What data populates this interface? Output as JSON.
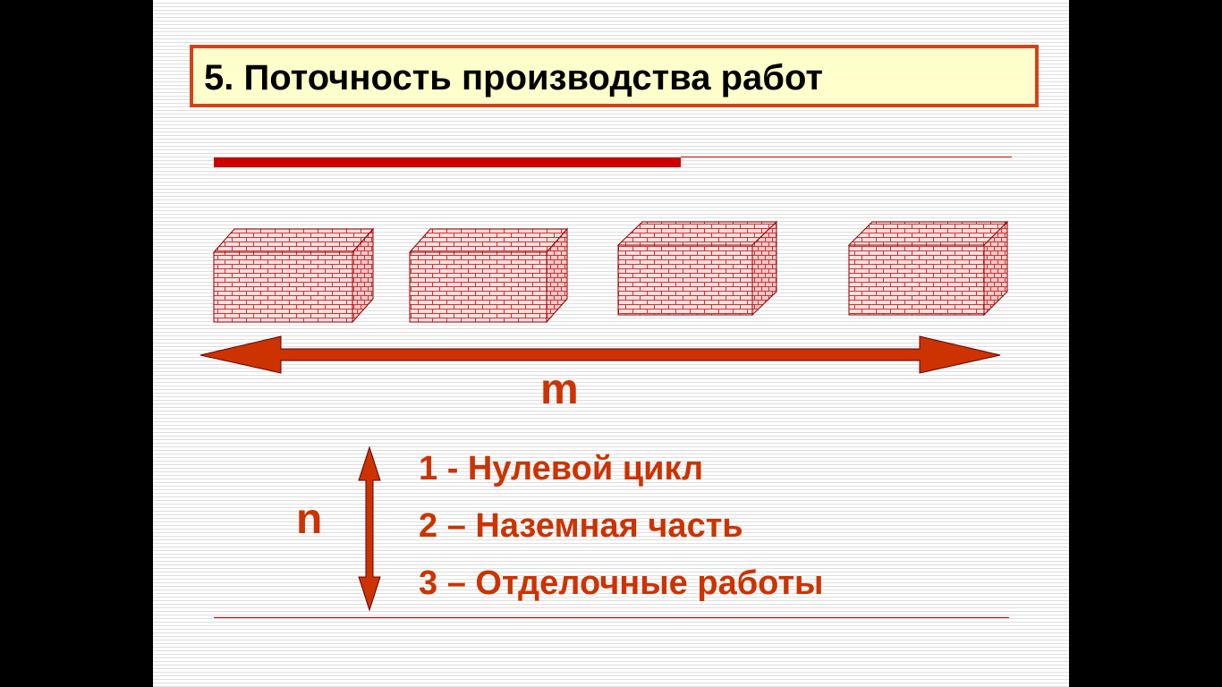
{
  "slide": {
    "title": "5. Поточность производства работ",
    "axis_m_label": "m",
    "axis_n_label": "n",
    "legend": [
      {
        "text": "1 -  Нулевой цикл"
      },
      {
        "text": "2 – Наземная часть"
      },
      {
        "text": "3 – Отделочные работы"
      }
    ]
  },
  "colors": {
    "accent": "#cc3300",
    "title_border": "#d4421a",
    "title_fill": "#ffffcc",
    "brick_fill": "#fbe0e0",
    "brick_mortar": "#cc3333"
  },
  "blocks_count_visible": 4
}
